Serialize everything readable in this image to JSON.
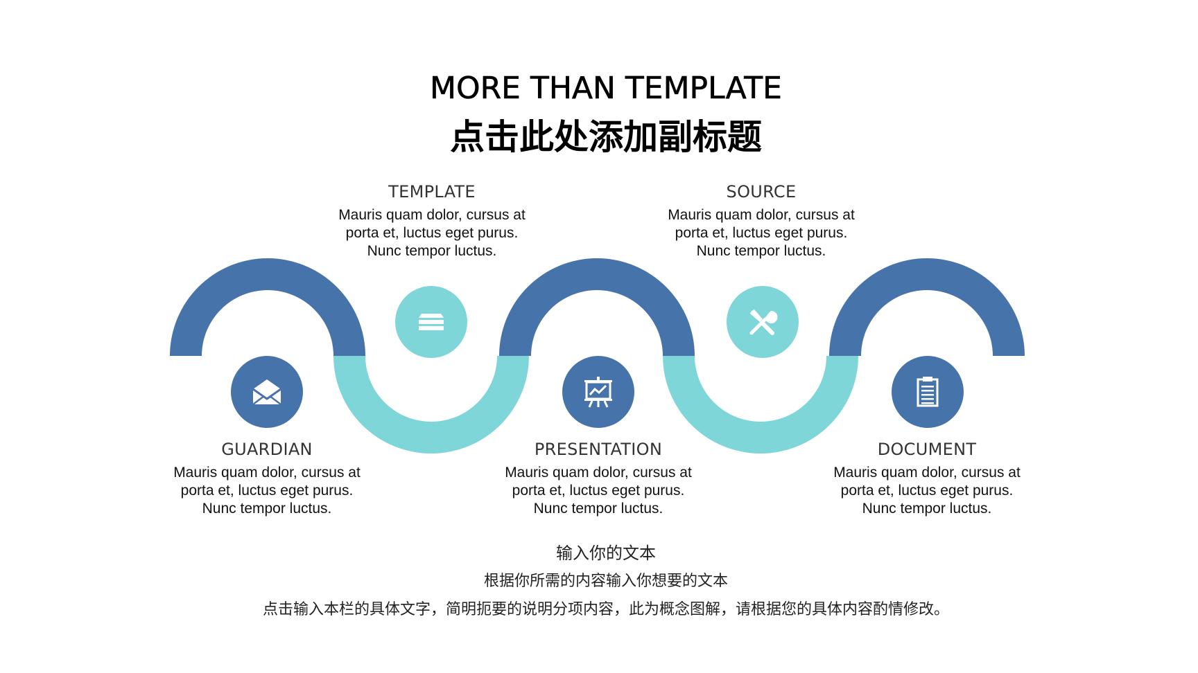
{
  "slide": {
    "title": "MORE THAN TEMPLATE",
    "subtitle": "点击此处添加副标题"
  },
  "colors": {
    "dark_blue": "#4673AA",
    "teal": "#7FD6D9",
    "white": "#FFFFFF"
  },
  "steps": [
    {
      "title": "GUARDIAN",
      "description": "Mauris quam dolor, cursus at\nporta et, luctus eget purus.\nNunc tempor luctus.",
      "icon": "envelope-icon"
    },
    {
      "title": "TEMPLATE",
      "description": "Mauris quam dolor, cursus at\nporta et, luctus eget purus.\nNunc tempor luctus.",
      "icon": "layers-icon"
    },
    {
      "title": "PRESENTATION",
      "description": "Mauris quam dolor, cursus at\nporta et, luctus eget purus.\nNunc tempor luctus.",
      "icon": "presentation-chart-icon"
    },
    {
      "title": "SOURCE",
      "description": "Mauris quam dolor, cursus at\nporta et, luctus eget purus.\nNunc tempor luctus.",
      "icon": "tools-icon"
    },
    {
      "title": "DOCUMENT",
      "description": "Mauris quam dolor, cursus at\nporta et, luctus eget purus.\nNunc tempor luctus.",
      "icon": "clipboard-icon"
    }
  ],
  "footer": {
    "line1": "输入你的文本",
    "line2": "根据你所需的内容输入你想要的文本",
    "line3": "点击输入本栏的具体文字，简明扼要的说明分项内容，此为概念图解，请根据您的具体内容酌情修改。"
  }
}
